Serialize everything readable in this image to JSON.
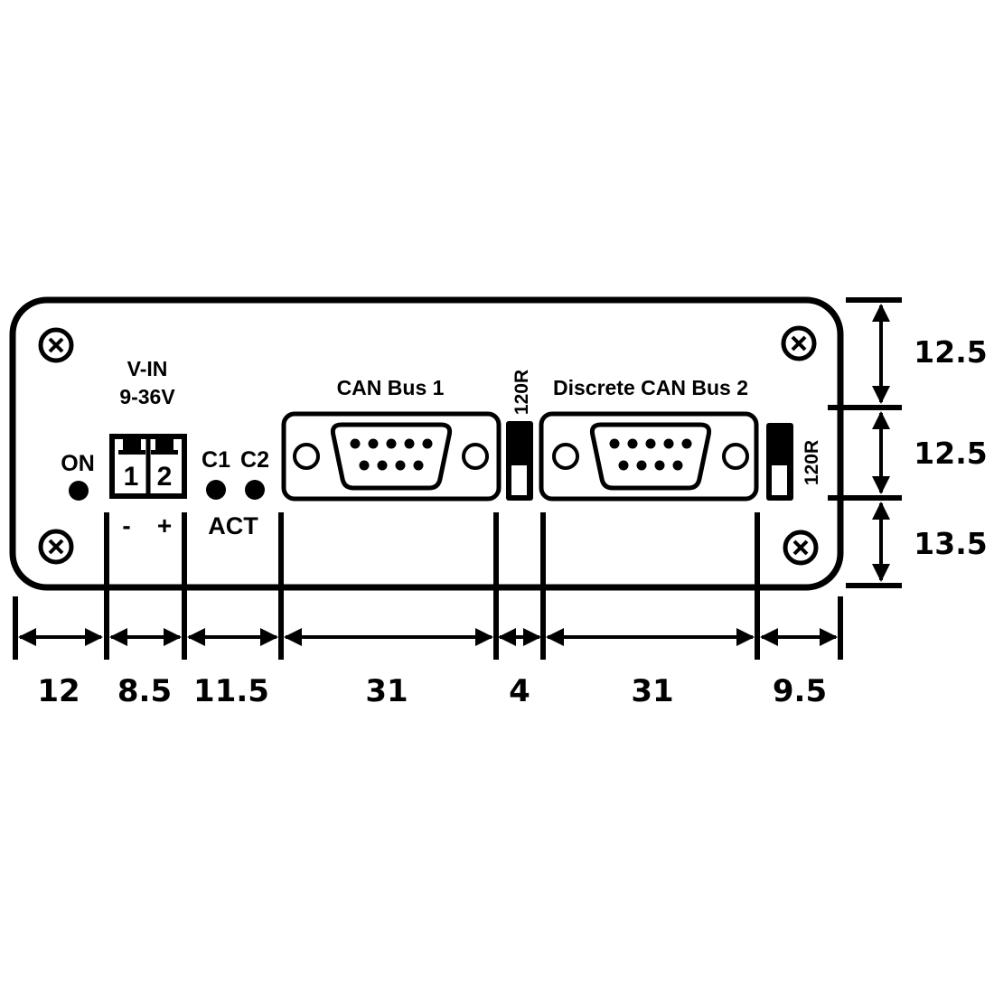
{
  "panel": {
    "power": {
      "title_line1": "V-IN",
      "title_line2": "9-36V",
      "terminal_1": "1",
      "terminal_2": "2",
      "minus": "-",
      "plus": "+"
    },
    "on_led": "ON",
    "c1_led": "C1",
    "c2_led": "C2",
    "act_label": "ACT",
    "can_bus_1": "CAN Bus 1",
    "can_bus_2": "Discrete CAN Bus 2",
    "switch_1": "120R",
    "switch_2": "120R"
  },
  "dimensions": {
    "horizontal": [
      "12",
      "8.5",
      "11.5",
      "31",
      "4",
      "31",
      "9.5"
    ],
    "vertical": [
      "12.5",
      "12.5",
      "13.5"
    ]
  }
}
